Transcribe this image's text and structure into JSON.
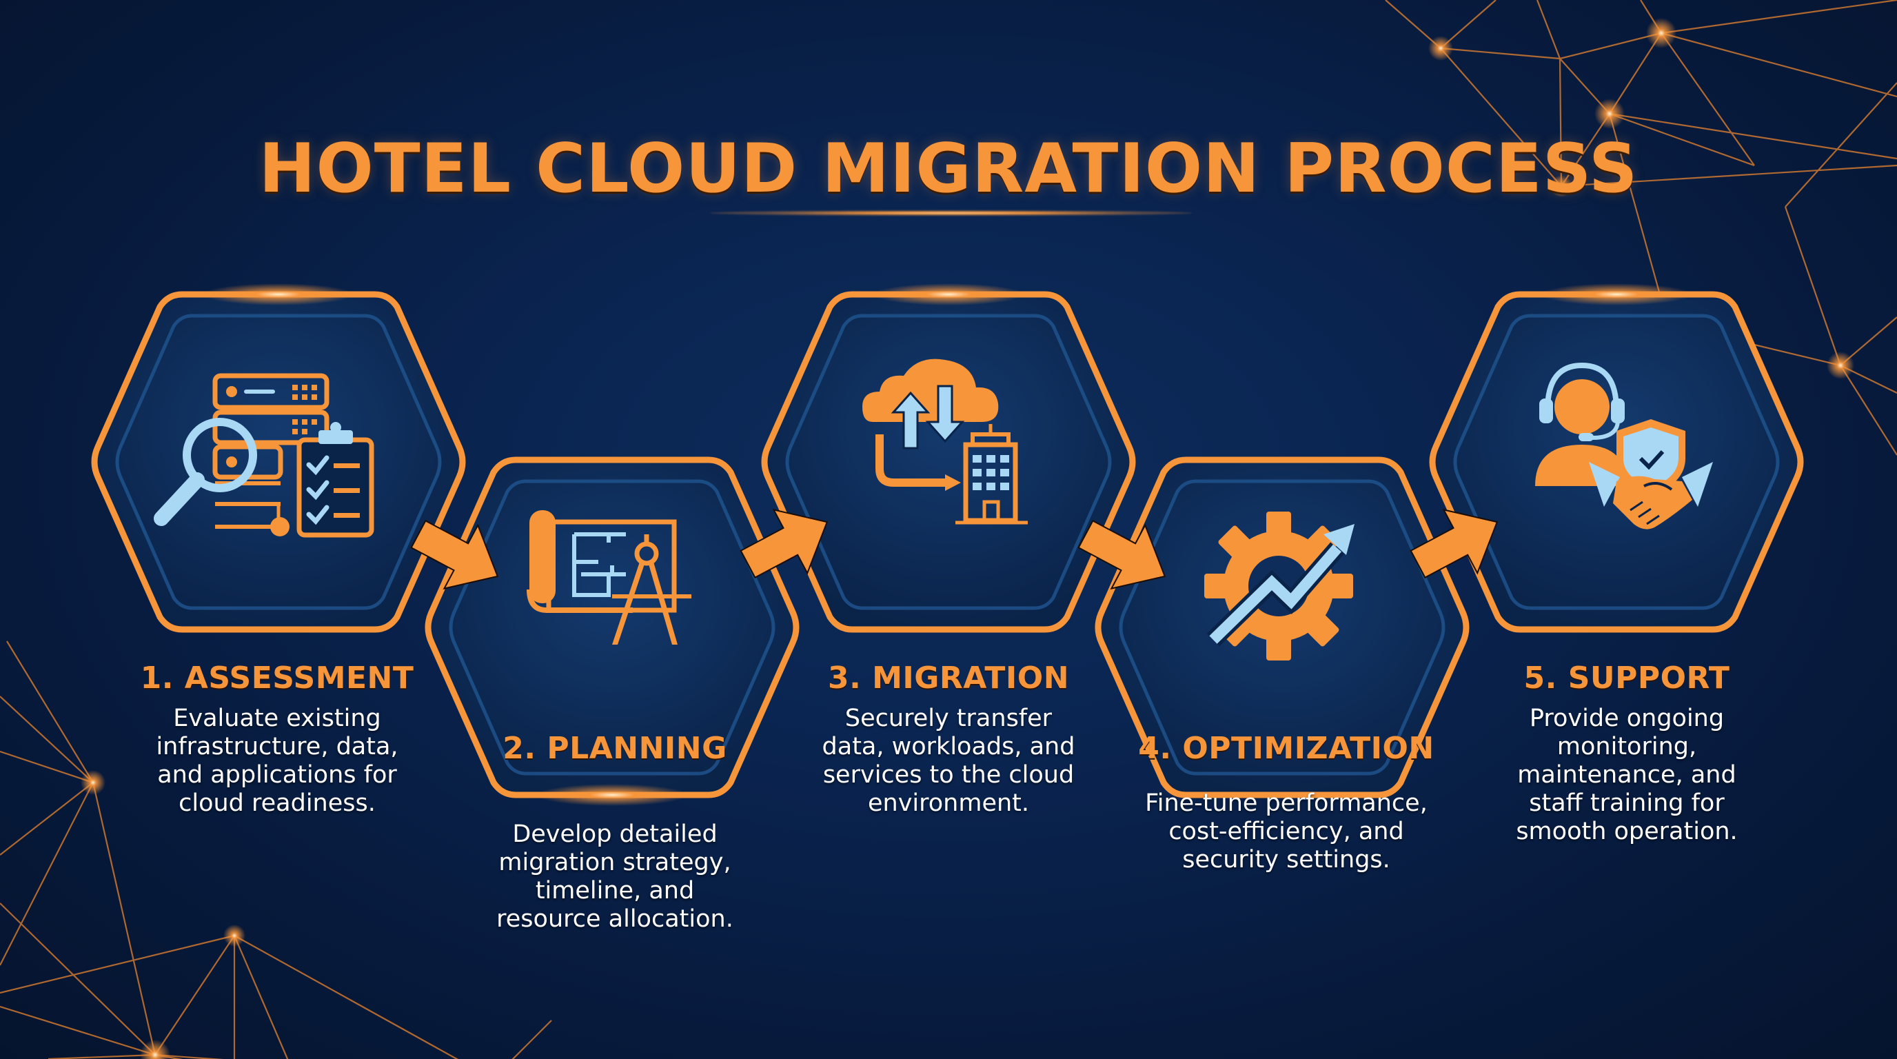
{
  "title": "HOTEL CLOUD MIGRATION PROCESS",
  "colors": {
    "accent": "#f7953a",
    "icon_light": "#a9d8f5",
    "background": "#0a2450",
    "text": "#ffffff"
  },
  "steps": [
    {
      "number": 1,
      "heading": "1. ASSESSMENT",
      "description": "Evaluate existing\ninfrastructure, data,\nand applications for\ncloud readiness.",
      "icon": "server-magnifier-checklist-icon"
    },
    {
      "number": 2,
      "heading": "2. PLANNING",
      "description": "Develop detailed\nmigration strategy,\ntimeline, and\nresource allocation.",
      "icon": "blueprint-compass-icon"
    },
    {
      "number": 3,
      "heading": "3. MIGRATION",
      "description": "Securely transfer\ndata, workloads, and\nservices to the cloud\nenvironment.",
      "icon": "cloud-transfer-building-icon"
    },
    {
      "number": 4,
      "heading": "4. OPTIMIZATION",
      "description": "Fine-tune performance,\ncost-efficiency, and\nsecurity settings.",
      "icon": "gear-trend-arrow-icon"
    },
    {
      "number": 5,
      "heading": "5. SUPPORT",
      "description": "Provide ongoing\nmonitoring,\nmaintenance, and\nstaff training for\nsmooth operation.",
      "icon": "agent-headset-handshake-shield-icon"
    }
  ]
}
